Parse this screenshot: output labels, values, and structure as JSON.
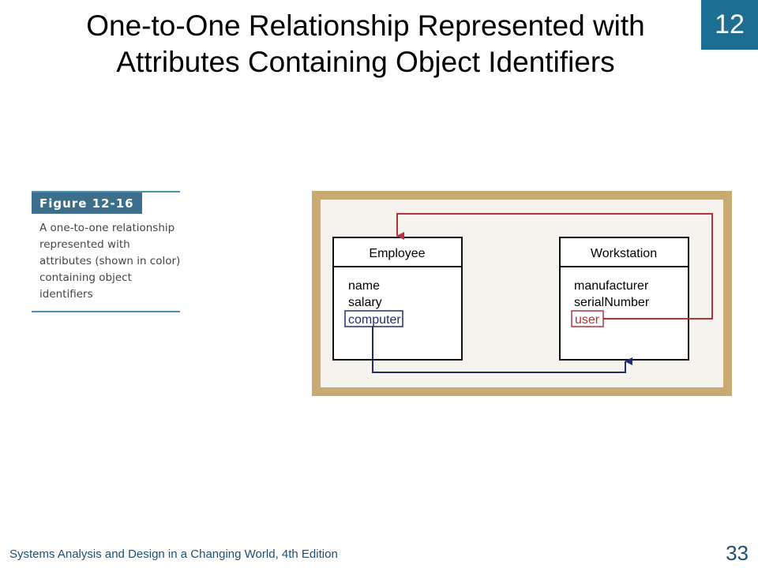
{
  "slide": {
    "title": "One-to-One Relationship Represented with Attributes Containing Object Identifiers",
    "chapter": "12",
    "footer": "Systems Analysis and Design in a Changing World, 4th Edition",
    "page_number": "33"
  },
  "figure": {
    "label": "Figure 12-16",
    "caption": "A one-to-one relationship represented with attributes (shown in color) containing object identifiers"
  },
  "diagram": {
    "classes": [
      {
        "name": "Employee",
        "attributes": [
          "name",
          "salary",
          "computer"
        ]
      },
      {
        "name": "Workstation",
        "attributes": [
          "manufacturer",
          "serialNumber",
          "user"
        ]
      }
    ],
    "colors": {
      "frame": "#c8aa72",
      "employee_link": "#1f2f6e",
      "workstation_link": "#b5323a",
      "chapter_badge": "#1d6e93"
    }
  }
}
